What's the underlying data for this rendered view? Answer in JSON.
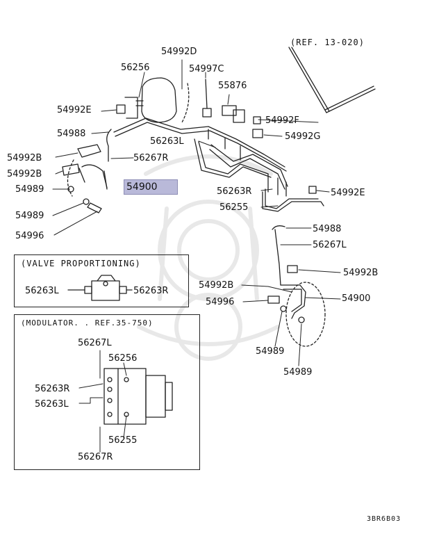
{
  "diagram": {
    "ref_top": "(REF. 13-020)",
    "valve_title": "(VALVE PROPORTIONING)",
    "modulator_title": "(MODULATOR. . REF.35-750)",
    "figure_code": "3BR6B03",
    "highlight_color": "#b9b9d9",
    "parts": {
      "p54992D": "54992D",
      "p56256_top": "56256",
      "p54997C": "54997C",
      "p55876": "55876",
      "p54992E_left": "54992E",
      "p54992F": "54992F",
      "p54988_left": "54988",
      "p54992G": "54992G",
      "p56263L_mid": "56263L",
      "p54992B_left1": "54992B",
      "p56267R_left": "56267R",
      "p54992B_left2": "54992B",
      "p54900_left": "54900",
      "p54989_left1": "54989",
      "p56263R_mid": "56263R",
      "p54992E_right": "54992E",
      "p56255_mid": "56255",
      "p54989_left2": "54989",
      "p54988_right": "54988",
      "p54996_left": "54996",
      "p56267L_right": "56267L",
      "p54992B_right": "54992B",
      "p56263L_valve": "56263L",
      "p56263R_valve": "56263R",
      "p54992B_mid": "54992B",
      "p54900_right": "54900",
      "p54996_right": "54996",
      "p54989_right1": "54989",
      "p54989_right2": "54989",
      "p56267L_mod": "56267L",
      "p56256_mod": "56256",
      "p56263R_mod": "56263R",
      "p56263L_mod": "56263L",
      "p56255_mod": "56255",
      "p56267R_mod": "56267R"
    }
  }
}
